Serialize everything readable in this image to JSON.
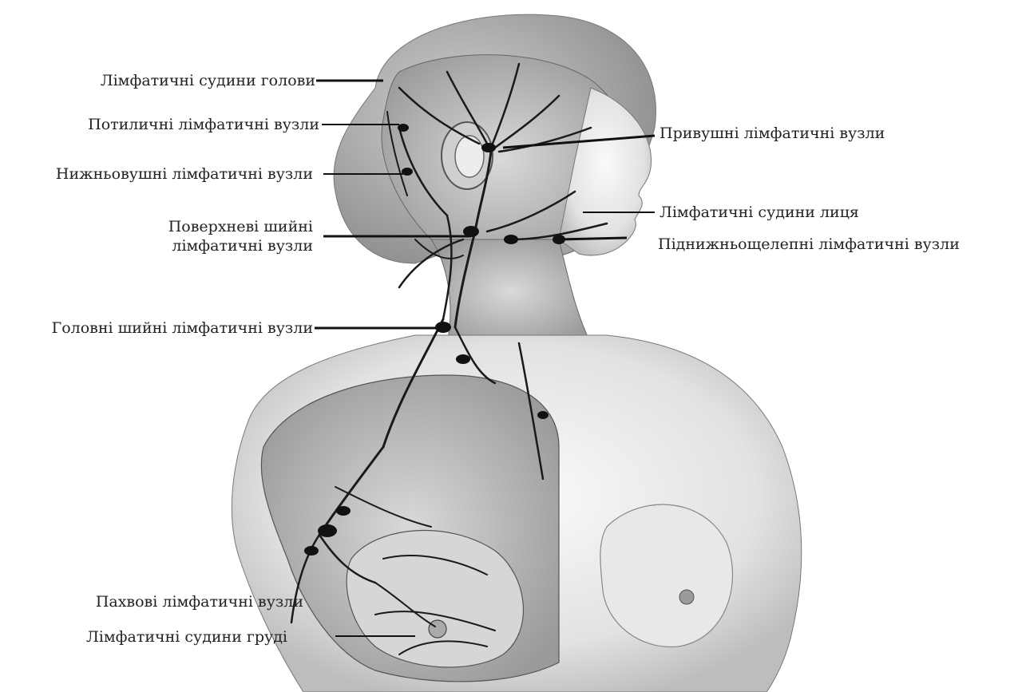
{
  "labels": {
    "head_vessels": "Лімфатичні судини голови",
    "occipital_nodes": "Потиличні лімфатичні вузли",
    "infra_auricular_nodes": "Нижньовушні лімфатичні вузли",
    "superficial_cervical_line1": "Поверхневі шийні",
    "superficial_cervical_line2": "лімфатичні вузли",
    "deep_cervical_nodes": "Головні шийні лімфатичні вузли",
    "parotid_nodes": "Привушні лімфатичні вузли",
    "face_vessels": "Лімфатичні судини лиця",
    "submandibular_nodes": "Піднижньощелепні лімфатичні вузли",
    "axillary_nodes": "Пахвові лімфатичні вузли",
    "breast_vessels": "Лімфатичні судини груді"
  },
  "colors": {
    "background": "#ffffff",
    "text": "#222222",
    "leader": "#111111",
    "skin_light": "#f2f2f2",
    "skin_shade": "#c8c8c8",
    "vessel": "#1a1a1a"
  }
}
